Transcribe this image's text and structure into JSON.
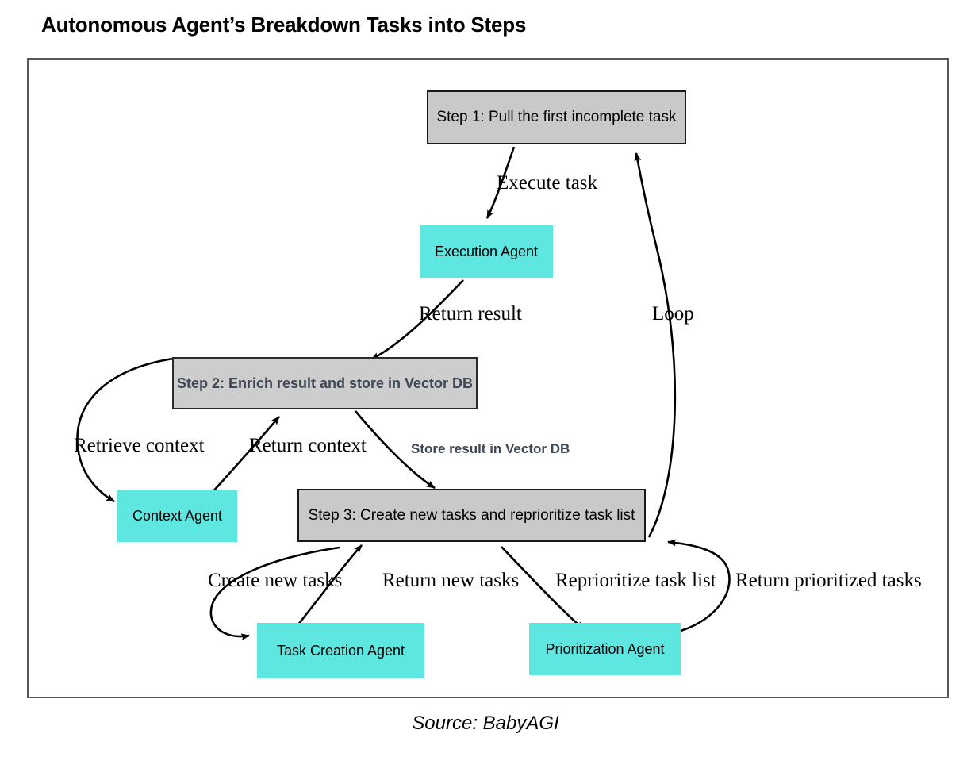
{
  "page": {
    "title": "Autonomous Agent’s Breakdown Tasks into Steps",
    "source_caption": "Source: BabyAGI",
    "background_color": "#ffffff",
    "frame_border_color": "#575757"
  },
  "colors": {
    "step_box_fill": "#c9c9c9",
    "step_box_border": "#1a1a1a",
    "step2_text": "#3f4654",
    "agent_box_fill": "#5ee6e0",
    "agent_text": "#000000",
    "edge_stroke": "#000000"
  },
  "diagram": {
    "type": "flowchart",
    "nodes": [
      {
        "id": "step1",
        "label": "Step 1: Pull the first incomplete task",
        "kind": "step"
      },
      {
        "id": "execution_agent",
        "label": "Execution Agent",
        "kind": "agent"
      },
      {
        "id": "step2",
        "label": "Step 2: Enrich result and store in Vector DB",
        "kind": "step-alt"
      },
      {
        "id": "context_agent",
        "label": "Context Agent",
        "kind": "agent"
      },
      {
        "id": "step3",
        "label": "Step 3: Create new tasks and reprioritize task list",
        "kind": "step"
      },
      {
        "id": "task_creation_agent",
        "label": "Task Creation Agent",
        "kind": "agent"
      },
      {
        "id": "prioritization_agent",
        "label": "Prioritization Agent",
        "kind": "agent"
      }
    ],
    "edges": [
      {
        "from": "step1",
        "to": "execution_agent",
        "label": "Execute task",
        "style": "serif"
      },
      {
        "from": "execution_agent",
        "to": "step2",
        "label": "Return result",
        "style": "serif"
      },
      {
        "from": "step2",
        "to": "context_agent",
        "label": "Retrieve context",
        "style": "serif"
      },
      {
        "from": "context_agent",
        "to": "step2",
        "label": "Return context",
        "style": "serif"
      },
      {
        "from": "step2",
        "to": "step3",
        "label": "Store result in Vector DB",
        "style": "bold-sans"
      },
      {
        "from": "step3",
        "to": "task_creation_agent",
        "label": "Create new tasks",
        "style": "serif"
      },
      {
        "from": "task_creation_agent",
        "to": "step3",
        "label": "Return new tasks",
        "style": "serif"
      },
      {
        "from": "step3",
        "to": "prioritization_agent",
        "label": "Reprioritize task list",
        "style": "serif"
      },
      {
        "from": "prioritization_agent",
        "to": "step3",
        "label": "Return prioritized tasks",
        "style": "serif"
      },
      {
        "from": "step3",
        "to": "step1",
        "label": "Loop",
        "style": "serif"
      }
    ]
  }
}
